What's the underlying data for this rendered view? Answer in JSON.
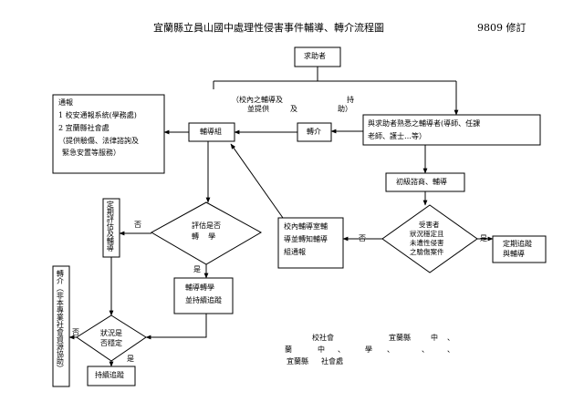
{
  "header": {
    "title": "宜蘭縣立員山國中處理性侵害事件輔導、轉介流程圖",
    "revision": "9809 修訂"
  },
  "nodes": {
    "seeker": "求助者",
    "school_support_line1": "（校內之輔導及",
    "school_support_line1b": "持",
    "school_support_line2": "並提供",
    "school_support_line2b": "及",
    "school_support_line2c": "助）",
    "familiar_teacher_line1": "與求助者熟悉之輔導者(導師、任課",
    "familiar_teacher_line2": "老師、護士…等）",
    "referral": "轉介",
    "counseling_group": "輔導組",
    "report_lines": [
      "通報",
      "1 校安通報系統(學務處)",
      "2 宜蘭縣社會處",
      "（提供驗傷、法律諮詢及",
      "緊急安置等服務）"
    ],
    "initial_counseling": "初級諮商、輔導",
    "victim_decision_lines": [
      "受害者",
      "狀況穩定且",
      "未遭性侵害",
      "之驗傷案件"
    ],
    "regular_tracking_lines": [
      "定期追蹤",
      "與輔導"
    ],
    "school_counseling_room_lines": [
      "校內輔導室輔",
      "導並轉知輔導",
      "組通報"
    ],
    "evaluate_decision_lines": [
      "評估是否",
      "轉    學"
    ],
    "periodic_eval": "定期評估及輔導",
    "transfer_tracking_lines": [
      "輔導轉學",
      "並持續追蹤"
    ],
    "referral_side": "轉介（非本專業社會資源協助）",
    "stable_decision_lines": [
      "狀況是",
      "否穩定"
    ],
    "continue_tracking": "持續追蹤"
  },
  "edge_labels": {
    "no_1": "否",
    "yes_1": "是",
    "no_2": "否",
    "yes_2": "是",
    "no_3": "否",
    "yes_3": "是"
  },
  "footnote": {
    "line1a": "校社會",
    "line1b": "宜蘭縣",
    "line1c": "中",
    "line1d": "、",
    "line2a": "蘭",
    "line2b": "中",
    "line2c": "、",
    "line2d": "學",
    "line2e": "、",
    "line2f": "、",
    "line2g": "、",
    "line3a": "宜蘭縣",
    "line3b": "社會處"
  },
  "colors": {
    "line": "#000000",
    "background": "#ffffff"
  }
}
